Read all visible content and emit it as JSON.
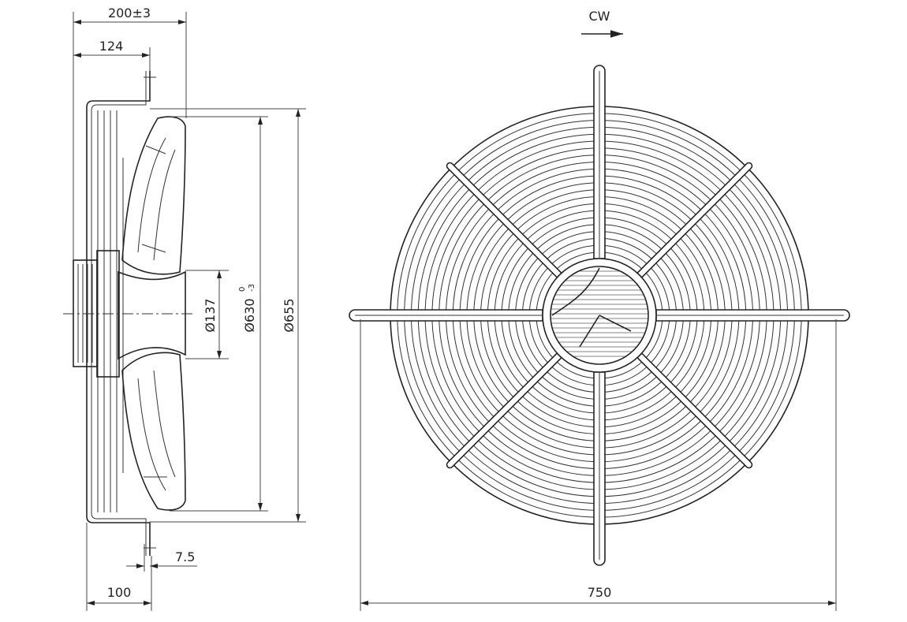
{
  "drawing": {
    "rotation_label": "CW",
    "side_view": {
      "overall_depth": "200±3",
      "blade_depth": "124",
      "hub_diameter": "Ø137",
      "impeller_diameter": "Ø630",
      "impeller_tolerance_upper": "0",
      "impeller_tolerance_lower": "-3",
      "guard_diameter": "Ø655",
      "flange_thickness": "7.5",
      "mount_depth": "100"
    },
    "front_view": {
      "overall_width": "750",
      "spoke_count": 8,
      "ring_count": 22
    }
  }
}
